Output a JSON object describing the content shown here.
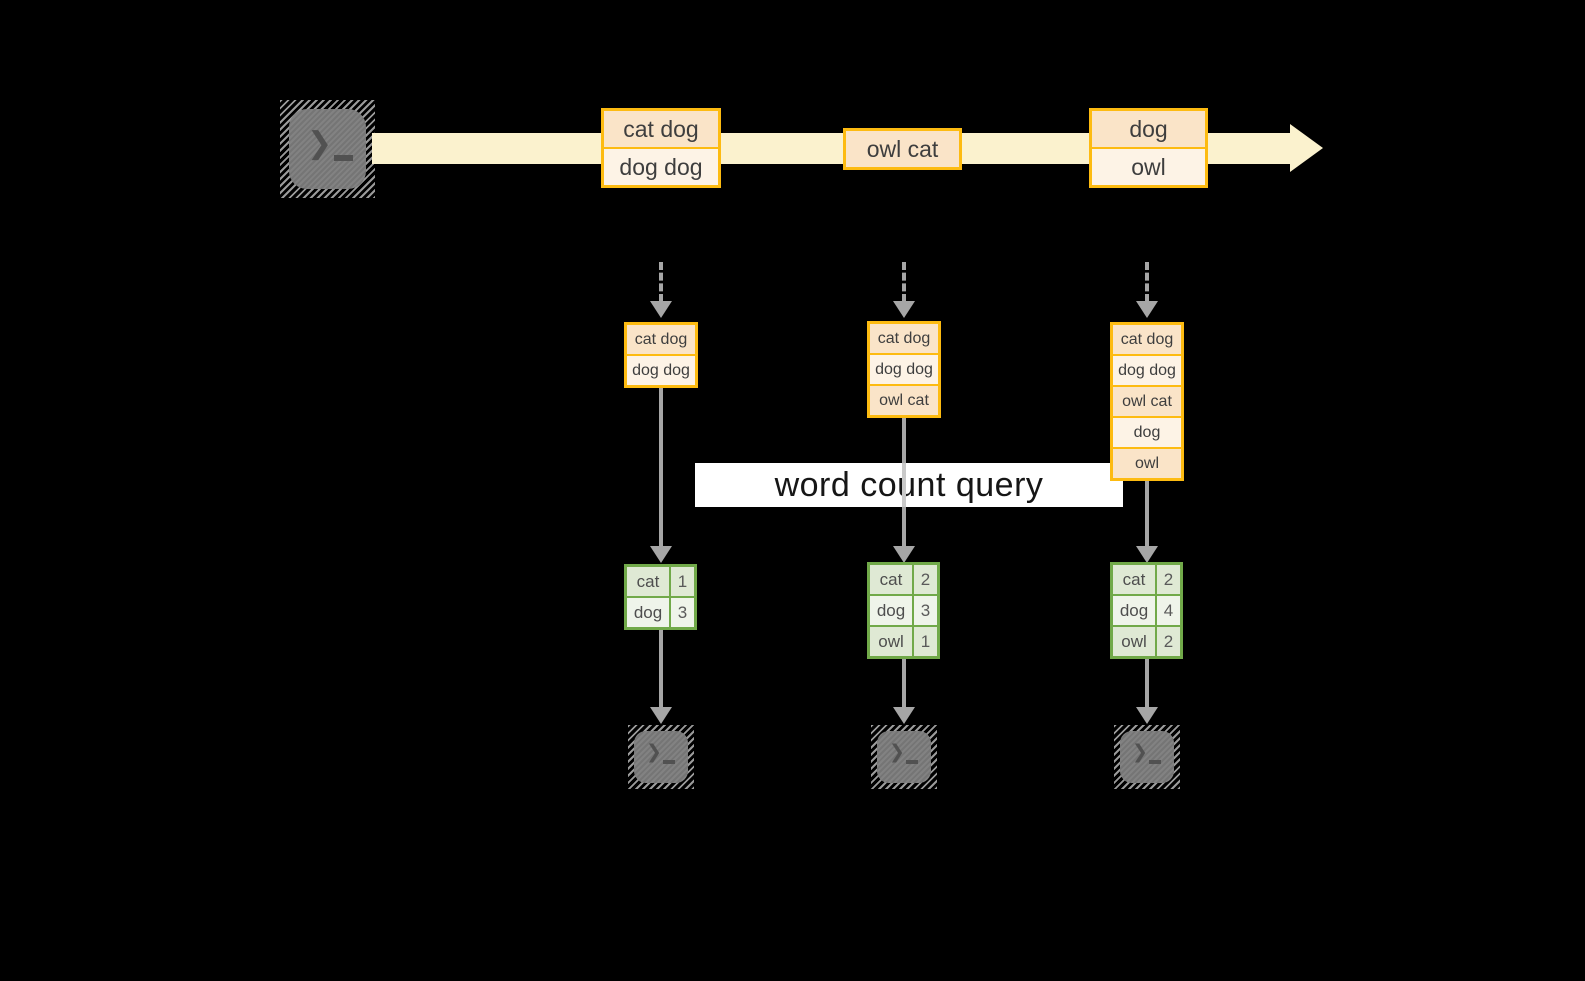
{
  "banner": {
    "label": "word count query"
  },
  "icons": {
    "terminal_prompt": "❯"
  },
  "stream_batches": [
    {
      "lines": [
        "cat dog",
        "dog dog"
      ]
    },
    {
      "lines": [
        "owl cat"
      ]
    },
    {
      "lines": [
        "dog",
        "owl"
      ]
    }
  ],
  "micro_batches": [
    {
      "lines": [
        "cat dog",
        "dog dog"
      ]
    },
    {
      "lines": [
        "cat dog",
        "dog dog",
        "owl cat"
      ]
    },
    {
      "lines": [
        "cat dog",
        "dog dog",
        "owl cat",
        "dog",
        "owl"
      ]
    }
  ],
  "count_tables": [
    {
      "rows": [
        {
          "word": "cat",
          "count": "1"
        },
        {
          "word": "dog",
          "count": "3"
        }
      ]
    },
    {
      "rows": [
        {
          "word": "cat",
          "count": "2"
        },
        {
          "word": "dog",
          "count": "3"
        },
        {
          "word": "owl",
          "count": "1"
        }
      ]
    },
    {
      "rows": [
        {
          "word": "cat",
          "count": "2"
        },
        {
          "word": "dog",
          "count": "4"
        },
        {
          "word": "owl",
          "count": "2"
        }
      ]
    }
  ],
  "colors": {
    "background": "#000000",
    "stream_arrow": "#fbf2ce",
    "gold_border": "#fdbb11",
    "peach_dark": "#fae4c8",
    "peach_light": "#fdf3e6",
    "green_border": "#71a949",
    "green_dark": "#dfe9d4",
    "green_light": "#eff4ea",
    "arrow_gray": "#a6a6a6",
    "terminal_gray": "#7b7b7b"
  }
}
